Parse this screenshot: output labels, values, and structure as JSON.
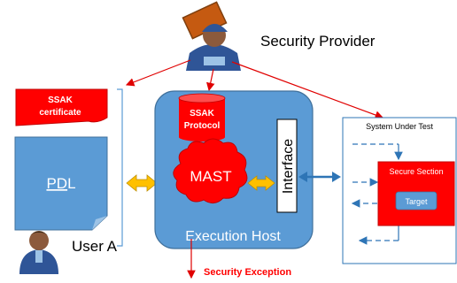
{
  "provider": {
    "label": "Security Provider"
  },
  "user": {
    "label": "User A"
  },
  "ssak_certificate": {
    "line1": "SSAK",
    "line2": "certificate"
  },
  "pdl": {
    "label_underlined": "PD",
    "label_rest": "L"
  },
  "execution_host": {
    "label": "Execution Host"
  },
  "ssak_protocol": {
    "line1": "SSAK",
    "line2": "Protocol"
  },
  "mast": {
    "label": "MAST"
  },
  "interface": {
    "label": "Interface"
  },
  "sut": {
    "title": "System Under Test"
  },
  "secure_section": {
    "label": "Secure Section"
  },
  "target": {
    "label": "Target"
  },
  "exception": {
    "label": "Security Exception"
  },
  "icons": [
    "provider-figure-icon",
    "user-figure-icon"
  ],
  "colors": {
    "red": "#ff0000",
    "host_blue": "#5b9bd5",
    "host_border": "#41719c",
    "arrow_gold": "#ffc000",
    "dashed_blue": "#2e75b6",
    "target_blue": "#5b9bd5"
  }
}
